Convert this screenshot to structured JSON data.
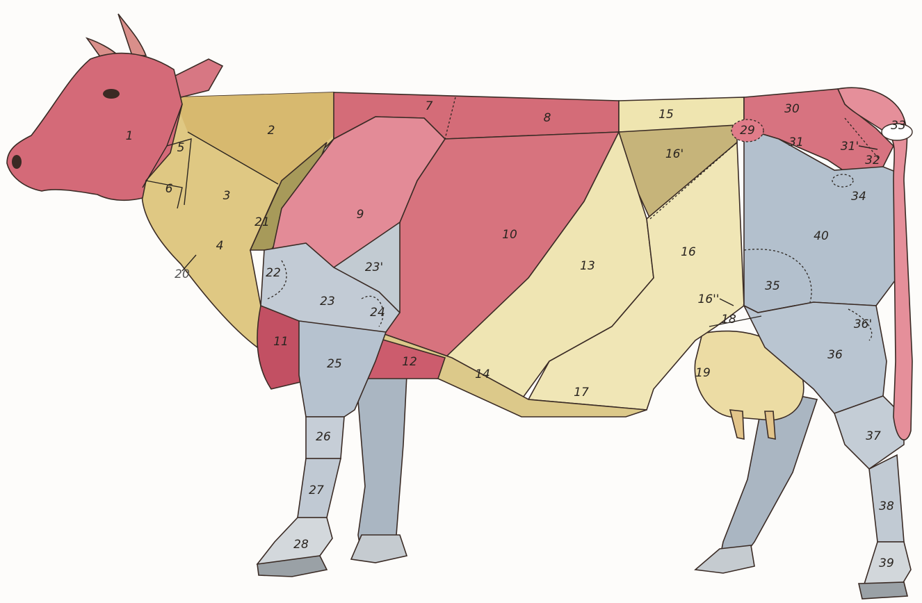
{
  "diagram": {
    "colors": {
      "pink": "#d9707c",
      "pink_dark": "#c05262",
      "pink_light": "#e58f9a",
      "yellow": "#efe6b2",
      "ochre": "#d2b66d",
      "olive": "#bfb07a",
      "blue": "#b7c4d0",
      "blue_light": "#cdd6de",
      "hoof": "#c7ccd0"
    },
    "regions": [
      {
        "id": "r1",
        "label": "1"
      },
      {
        "id": "r2",
        "label": "2"
      },
      {
        "id": "r3",
        "label": "3"
      },
      {
        "id": "r4",
        "label": "4"
      },
      {
        "id": "r5",
        "label": "5"
      },
      {
        "id": "r6",
        "label": "6"
      },
      {
        "id": "r7",
        "label": "7"
      },
      {
        "id": "r8",
        "label": "8"
      },
      {
        "id": "r9",
        "label": "9"
      },
      {
        "id": "r10",
        "label": "10"
      },
      {
        "id": "r11",
        "label": "11"
      },
      {
        "id": "r12",
        "label": "12"
      },
      {
        "id": "r13",
        "label": "13"
      },
      {
        "id": "r14",
        "label": "14"
      },
      {
        "id": "r15",
        "label": "15"
      },
      {
        "id": "r16",
        "label": "16"
      },
      {
        "id": "r16p",
        "label": "16'"
      },
      {
        "id": "r16pp",
        "label": "16''"
      },
      {
        "id": "r17",
        "label": "17"
      },
      {
        "id": "r18",
        "label": "18"
      },
      {
        "id": "r19",
        "label": "19"
      },
      {
        "id": "r20",
        "label": "20"
      },
      {
        "id": "r21",
        "label": "21"
      },
      {
        "id": "r22",
        "label": "22"
      },
      {
        "id": "r23",
        "label": "23"
      },
      {
        "id": "r23p",
        "label": "23'"
      },
      {
        "id": "r24",
        "label": "24"
      },
      {
        "id": "r25",
        "label": "25"
      },
      {
        "id": "r26",
        "label": "26"
      },
      {
        "id": "r27",
        "label": "27"
      },
      {
        "id": "r28",
        "label": "28"
      },
      {
        "id": "r29",
        "label": "29"
      },
      {
        "id": "r30",
        "label": "30"
      },
      {
        "id": "r31",
        "label": "31"
      },
      {
        "id": "r31p",
        "label": "31'"
      },
      {
        "id": "r32",
        "label": "32"
      },
      {
        "id": "r33",
        "label": "33"
      },
      {
        "id": "r34",
        "label": "34"
      },
      {
        "id": "r35",
        "label": "35"
      },
      {
        "id": "r36",
        "label": "36"
      },
      {
        "id": "r36p",
        "label": "36'"
      },
      {
        "id": "r37",
        "label": "37"
      },
      {
        "id": "r38",
        "label": "38"
      },
      {
        "id": "r39",
        "label": "39"
      },
      {
        "id": "r40",
        "label": "40"
      }
    ]
  }
}
